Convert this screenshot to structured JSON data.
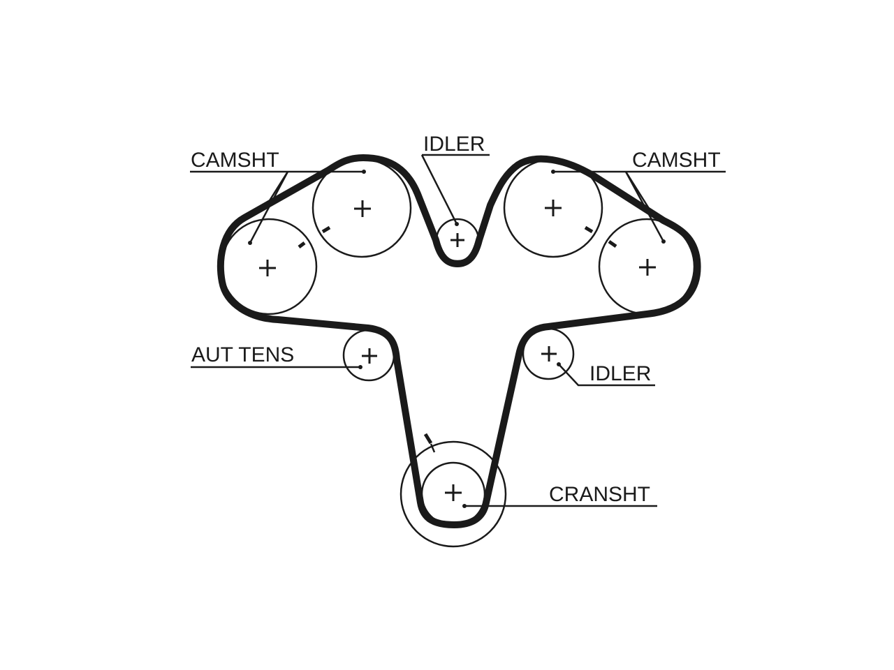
{
  "labels": {
    "camshaft_left": "CAMSHT",
    "idler_top": "IDLER",
    "camshaft_right": "CAMSHT",
    "auto_tensioner": "AUT TENS",
    "idler_right": "IDLER",
    "crankshaft": "CRANSHT"
  },
  "colors": {
    "ink": "#1a1a1a",
    "background": "#ffffff"
  }
}
